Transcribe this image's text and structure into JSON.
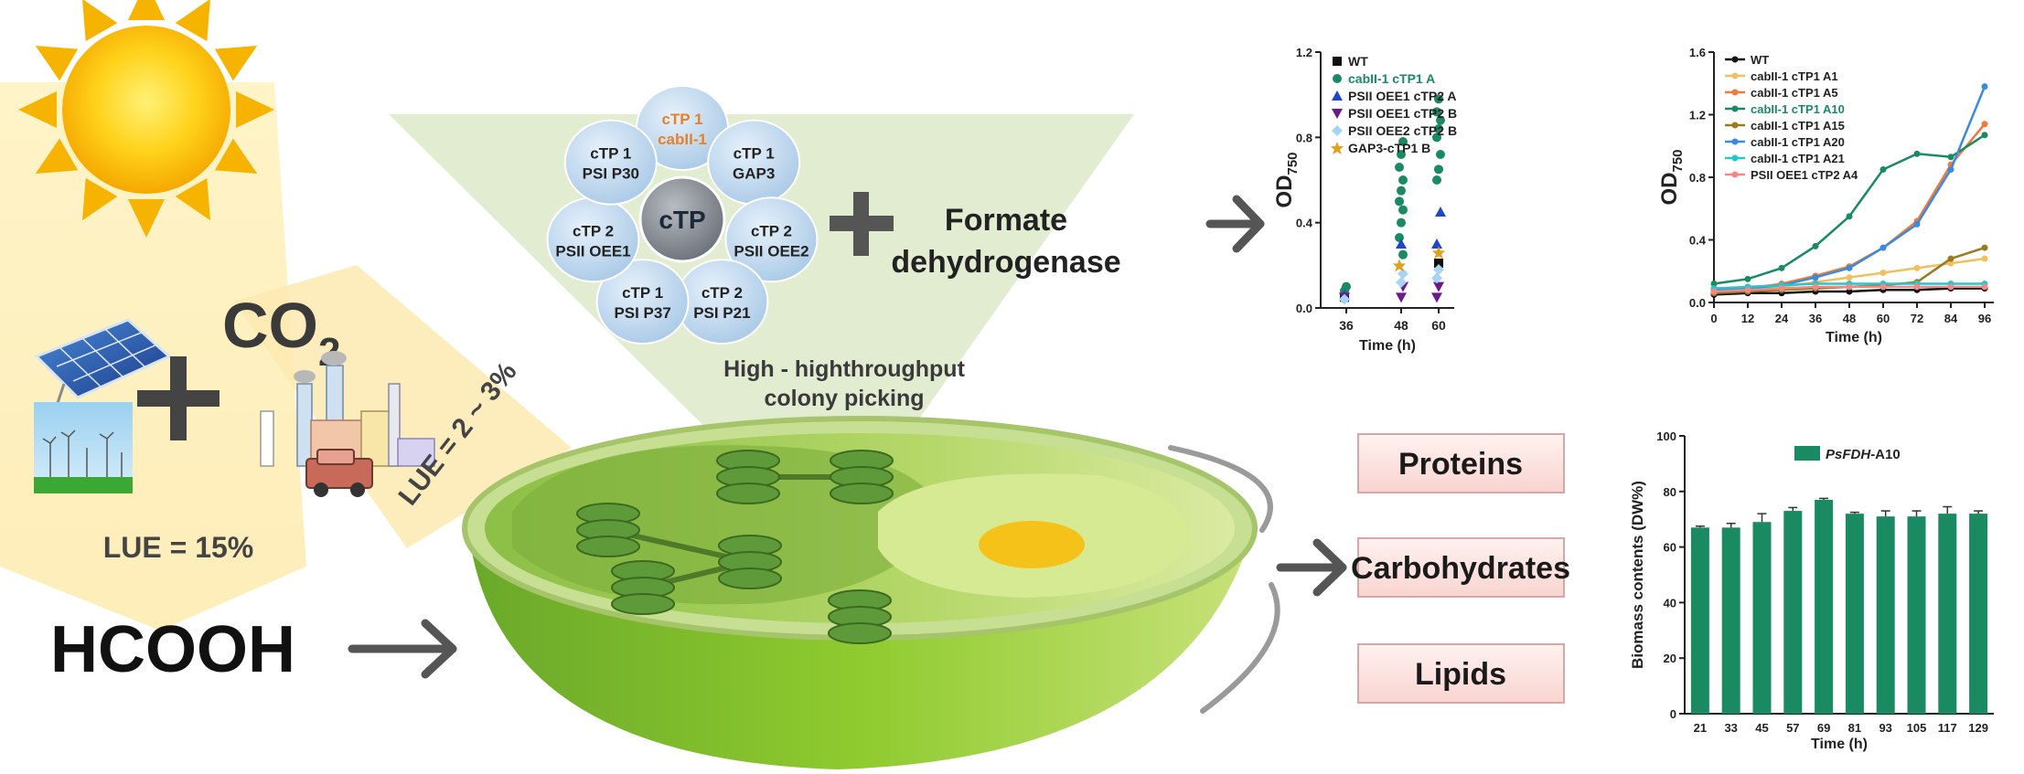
{
  "left": {
    "co2_text": "CO",
    "co2_sub": "2",
    "lue_low": "LUE = 2 ~ 3%",
    "lue_high": "LUE = 15%",
    "hcooh": "HCOOH"
  },
  "ctp_flower": {
    "center": "cTP",
    "petals": [
      {
        "line1": "cTP 1",
        "line2": "cabII-1",
        "highlight": true
      },
      {
        "line1": "cTP 1",
        "line2": "GAP3",
        "highlight": false
      },
      {
        "line1": "cTP 2",
        "line2": "PSII OEE2",
        "highlight": false
      },
      {
        "line1": "cTP 2",
        "line2": "PSI P21",
        "highlight": false
      },
      {
        "line1": "cTP 1",
        "line2": "PSI P37",
        "highlight": false
      },
      {
        "line1": "cTP 2",
        "line2": "PSII OEE1",
        "highlight": false
      },
      {
        "line1": "cTP 1",
        "line2": "PSI P30",
        "highlight": false
      }
    ],
    "highlight_color": "#e8802a"
  },
  "formate": {
    "line1": "Formate",
    "line2": "dehydrogenase"
  },
  "picking": {
    "line1": "High - highthroughput",
    "line2": "colony picking"
  },
  "products": [
    "Proteins",
    "Carbohydrates",
    "Lipids"
  ],
  "colors": {
    "sun": "#f5b800",
    "cell_green": "#8cc63f",
    "bar_green": "#1a8a62",
    "product_box": "#fde4e2",
    "arrow": "#555555"
  },
  "chart_data": [
    {
      "type": "scatter",
      "xlabel": "Time (h)",
      "ylabel": "OD",
      "ylabel_sub": "750",
      "x_ticks": [
        "36",
        "48",
        "60"
      ],
      "ylim": [
        0,
        1.2
      ],
      "y_ticks": [
        "0.0",
        "0.4",
        "0.8",
        "1.2"
      ],
      "legend": "top-left",
      "series": [
        {
          "name": "WT",
          "color": "#111111",
          "marker": "square",
          "points": [
            [
              36,
              0.05
            ],
            [
              60,
              0.21
            ]
          ]
        },
        {
          "name": "cabII-1 cTP1 A",
          "color": "#1a8a62",
          "marker": "circle",
          "highlight": true,
          "points": [
            [
              36,
              0.08
            ],
            [
              36,
              0.1
            ],
            [
              48,
              0.25
            ],
            [
              48,
              0.33
            ],
            [
              48,
              0.4
            ],
            [
              48,
              0.46
            ],
            [
              48,
              0.5
            ],
            [
              48,
              0.55
            ],
            [
              48,
              0.6
            ],
            [
              48,
              0.66
            ],
            [
              48,
              0.72
            ],
            [
              48,
              0.78
            ],
            [
              60,
              0.6
            ],
            [
              60,
              0.65
            ],
            [
              60,
              0.72
            ],
            [
              60,
              0.8
            ],
            [
              60,
              0.84
            ],
            [
              60,
              0.88
            ],
            [
              60,
              0.92
            ],
            [
              60,
              0.98
            ]
          ]
        },
        {
          "name": "PSII OEE1 cTP2 A",
          "color": "#2246c8",
          "marker": "triangle-up",
          "points": [
            [
              36,
              0.06
            ],
            [
              48,
              0.3
            ],
            [
              60,
              0.45
            ],
            [
              60,
              0.3
            ]
          ]
        },
        {
          "name": "PSII OEE1 cTP2 B",
          "color": "#6a1a8a",
          "marker": "triangle-down",
          "points": [
            [
              36,
              0.05
            ],
            [
              48,
              0.05
            ],
            [
              48,
              0.1
            ],
            [
              60,
              0.05
            ],
            [
              60,
              0.1
            ]
          ]
        },
        {
          "name": "PSII OEE2 cTP2 B",
          "color": "#a6d4f2",
          "marker": "diamond",
          "points": [
            [
              36,
              0.04
            ],
            [
              48,
              0.12
            ],
            [
              48,
              0.16
            ],
            [
              60,
              0.14
            ],
            [
              60,
              0.18
            ]
          ]
        },
        {
          "name": "GAP3-cTP1 B",
          "color": "#e0a020",
          "marker": "star",
          "points": [
            [
              48,
              0.2
            ],
            [
              60,
              0.26
            ]
          ]
        }
      ]
    },
    {
      "type": "line",
      "xlabel": "Time (h)",
      "ylabel": "OD",
      "ylabel_sub": "750",
      "x": [
        0,
        12,
        24,
        36,
        48,
        60,
        72,
        84,
        96
      ],
      "xlim": [
        0,
        96
      ],
      "ylim": [
        0,
        1.6
      ],
      "y_ticks": [
        "0.0",
        "0.4",
        "0.8",
        "1.2",
        "1.6"
      ],
      "legend": "top-left",
      "series": [
        {
          "name": "WT",
          "color": "#111111",
          "values": [
            0.05,
            0.06,
            0.06,
            0.07,
            0.07,
            0.08,
            0.08,
            0.09,
            0.09
          ]
        },
        {
          "name": "cabII-1 cTP1 A1",
          "color": "#f0c060",
          "values": [
            0.07,
            0.08,
            0.1,
            0.13,
            0.16,
            0.19,
            0.22,
            0.25,
            0.28
          ]
        },
        {
          "name": "cabII-1 cTP1 A5",
          "color": "#f07a3a",
          "values": [
            0.08,
            0.09,
            0.12,
            0.17,
            0.23,
            0.35,
            0.52,
            0.88,
            1.14
          ]
        },
        {
          "name": "cabII-1 cTP1 A10",
          "color": "#1a8a62",
          "highlight": true,
          "values": [
            0.12,
            0.15,
            0.22,
            0.36,
            0.55,
            0.85,
            0.95,
            0.93,
            1.07
          ]
        },
        {
          "name": "cabII-1 cTP1 A15",
          "color": "#9a7a20",
          "values": [
            0.06,
            0.07,
            0.08,
            0.09,
            0.1,
            0.11,
            0.13,
            0.28,
            0.35
          ]
        },
        {
          "name": "cabII-1 cTP1 A20",
          "color": "#3a8ae0",
          "values": [
            0.08,
            0.09,
            0.11,
            0.16,
            0.22,
            0.35,
            0.5,
            0.85,
            1.38
          ]
        },
        {
          "name": "cabII-1 cTP1 A21",
          "color": "#2ac6c6",
          "values": [
            0.09,
            0.1,
            0.11,
            0.12,
            0.12,
            0.12,
            0.12,
            0.12,
            0.12
          ]
        },
        {
          "name": "PSII OEE1 cTP2 A4",
          "color": "#f08a8a",
          "values": [
            0.07,
            0.08,
            0.09,
            0.1,
            0.1,
            0.1,
            0.1,
            0.1,
            0.1
          ]
        }
      ]
    },
    {
      "type": "bar",
      "xlabel": "Time (h)",
      "ylabel": "Biomass contents (DW%)",
      "categories": [
        "21",
        "33",
        "45",
        "57",
        "69",
        "81",
        "93",
        "105",
        "117",
        "129"
      ],
      "values": [
        67,
        67,
        69,
        73,
        77,
        72,
        71,
        71,
        72,
        72
      ],
      "errors": [
        0.5,
        1.5,
        3,
        1.2,
        0.5,
        0.5,
        2,
        2,
        2.5,
        1
      ],
      "ylim": [
        0,
        100
      ],
      "y_ticks": [
        "0",
        "20",
        "40",
        "60",
        "80",
        "100"
      ],
      "legend": "top-center",
      "series_name_italic": "PsFDH",
      "series_name_rest": "-A10"
    }
  ]
}
